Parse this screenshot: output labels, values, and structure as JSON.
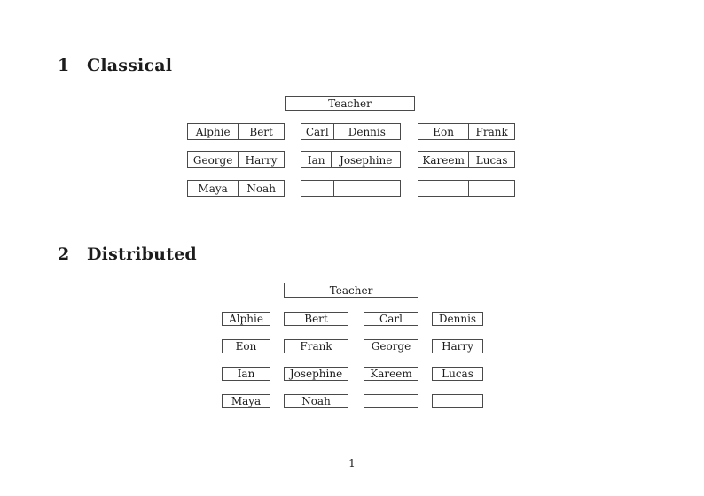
{
  "page_number": "1",
  "colors": {
    "ink": "#1c1c1c",
    "border": "#4a4a4a",
    "paper": "#ffffff"
  },
  "sections": {
    "classical": {
      "number": "1",
      "title": "Classical",
      "teacher": "Teacher",
      "desks": [
        [
          "Alphie",
          "Bert"
        ],
        [
          "Carl",
          "Dennis"
        ],
        [
          "Eon",
          "Frank"
        ],
        [
          "George",
          "Harry"
        ],
        [
          "Ian",
          "Josephine"
        ],
        [
          "Kareem",
          "Lucas"
        ],
        [
          "Maya",
          "Noah"
        ],
        [
          "",
          ""
        ],
        [
          "",
          ""
        ]
      ]
    },
    "distributed": {
      "number": "2",
      "title": "Distributed",
      "teacher": "Teacher",
      "desks": [
        "Alphie",
        "Bert",
        "Carl",
        "Dennis",
        "Eon",
        "Frank",
        "George",
        "Harry",
        "Ian",
        "Josephine",
        "Kareem",
        "Lucas",
        "Maya",
        "Noah",
        "",
        ""
      ]
    }
  }
}
